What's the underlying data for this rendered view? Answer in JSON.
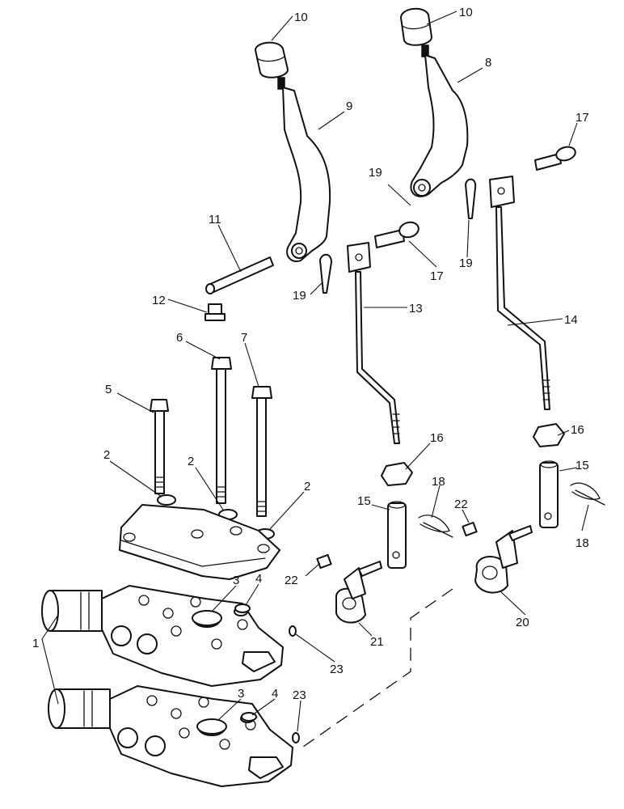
{
  "callouts": {
    "c1": "1",
    "c2a": "2",
    "c2b": "2",
    "c2c": "2",
    "c3a": "3",
    "c3b": "3",
    "c4a": "4",
    "c4b": "4",
    "c5": "5",
    "c6": "6",
    "c7": "7",
    "c8": "8",
    "c9": "9",
    "c10a": "10",
    "c10b": "10",
    "c11": "11",
    "c12": "12",
    "c13": "13",
    "c14": "14",
    "c15a": "15",
    "c15b": "15",
    "c16a": "16",
    "c16b": "16",
    "c17a": "17",
    "c17b": "17",
    "c18a": "18",
    "c18b": "18",
    "c19a": "19",
    "c19b": "19",
    "c19c": "19",
    "c20": "20",
    "c21": "21",
    "c22a": "22",
    "c22b": "22",
    "c23a": "23",
    "c23b": "23"
  }
}
